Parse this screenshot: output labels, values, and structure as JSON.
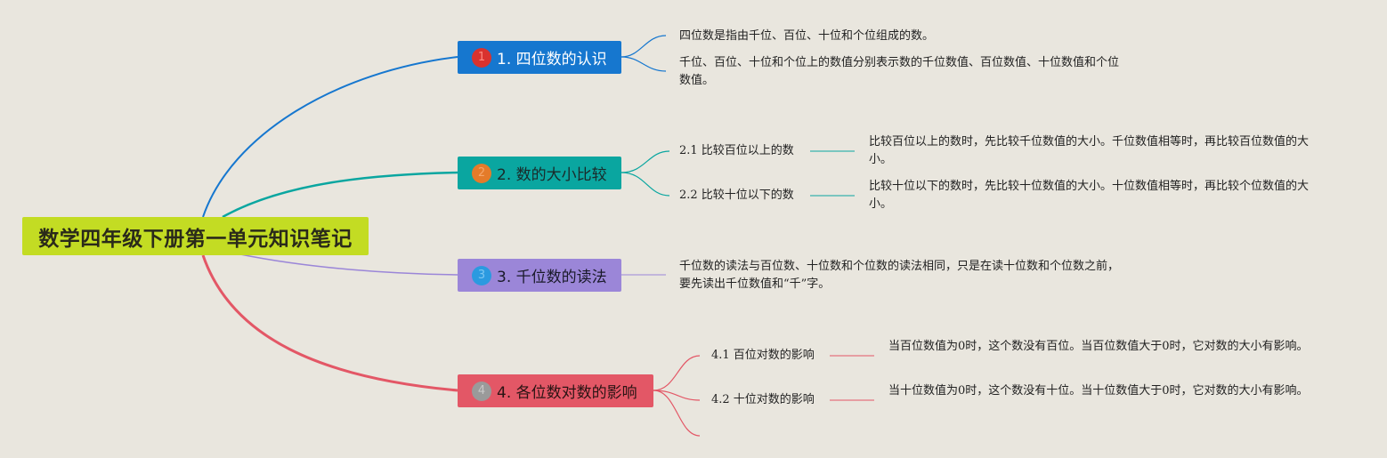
{
  "root": {
    "title": "数学四年级下册第一单元知识笔记"
  },
  "colors": {
    "root": "#c3dc23",
    "branch1": "#1677cf",
    "branch2": "#0aa6a0",
    "branch3": "#9b86d8",
    "branch4": "#e35766",
    "background": "#e9e6de"
  },
  "branches": [
    {
      "badge": "1",
      "label": "1. 四位数的认识",
      "notes": [
        "四位数是指由千位、百位、十位和个位组成的数。",
        "千位、百位、十位和个位上的数值分别表示数的千位数值、百位数值、十位数值和个位数值。"
      ]
    },
    {
      "badge": "2",
      "label": "2. 数的大小比较",
      "subs": [
        {
          "label": "2.1 比较百位以上的数",
          "note": "比较百位以上的数时，先比较千位数值的大小。千位数值相等时，再比较百位数值的大小。"
        },
        {
          "label": "2.2 比较十位以下的数",
          "note": "比较十位以下的数时，先比较十位数值的大小。十位数值相等时，再比较个位数值的大小。"
        }
      ]
    },
    {
      "badge": "3",
      "label": "3. 千位数的读法",
      "notes": [
        "千位数的读法与百位数、十位数和个位数的读法相同，只是在读十位数和个位数之前，要先读出千位数值和“千”字。"
      ]
    },
    {
      "badge": "4",
      "label": "4. 各位数对数的影响",
      "subs": [
        {
          "label": "4.1 百位对数的影响",
          "note": "当百位数值为0时，这个数没有百位。当百位数值大于0时，它对数的大小有影响。"
        },
        {
          "label": "4.2 十位对数的影响",
          "note": "当十位数值为0时，这个数没有十位。当十位数值大于0时，它对数的大小有影响。"
        }
      ]
    }
  ]
}
